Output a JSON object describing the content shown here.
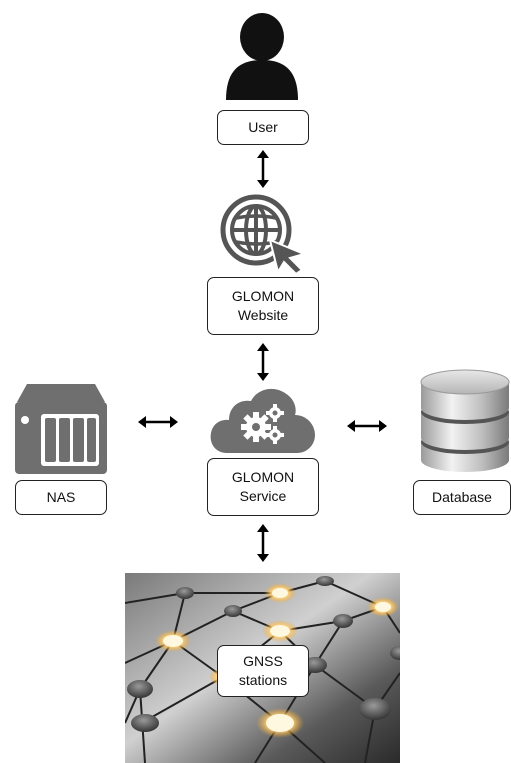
{
  "nodes": {
    "user": {
      "label": "User",
      "icon": "user-icon"
    },
    "website": {
      "label": "GLOMON\nWebsite",
      "icon": "globe-cursor-icon"
    },
    "service": {
      "label": "GLOMON\nService",
      "icon": "cloud-gears-icon"
    },
    "nas": {
      "label": "NAS",
      "icon": "nas-storage-icon"
    },
    "database": {
      "label": "Database",
      "icon": "database-icon"
    },
    "gnss": {
      "label": "GNSS\nstations",
      "icon": "network-nodes-image"
    }
  },
  "connections": [
    {
      "from": "user",
      "to": "website",
      "direction": "bidirectional"
    },
    {
      "from": "website",
      "to": "service",
      "direction": "bidirectional"
    },
    {
      "from": "nas",
      "to": "service",
      "direction": "bidirectional"
    },
    {
      "from": "service",
      "to": "database",
      "direction": "bidirectional"
    },
    {
      "from": "service",
      "to": "gnss",
      "direction": "bidirectional"
    }
  ],
  "colors": {
    "border": "#222222",
    "icon_dark": "#111111",
    "icon_gray": "#6f6f6f",
    "glow": "#f5a623"
  }
}
